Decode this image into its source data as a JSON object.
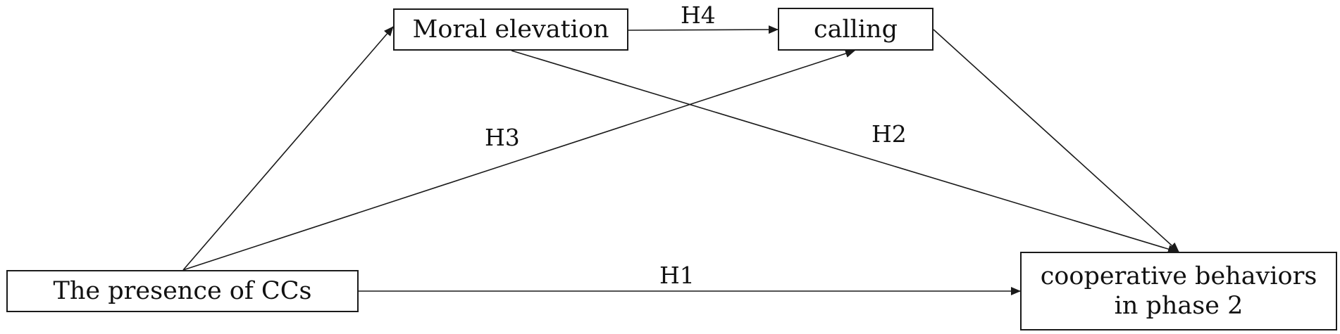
{
  "nodes": {
    "presence": "The presence of CCs",
    "moral": "Moral elevation",
    "calling": "calling",
    "cooperative": "cooperative behaviors in phase 2"
  },
  "hypotheses": {
    "h1": "H1",
    "h2": "H2",
    "h3": "H3",
    "h4": "H4"
  },
  "colors": {
    "line": "#1a1a1a",
    "background": "#ffffff"
  }
}
